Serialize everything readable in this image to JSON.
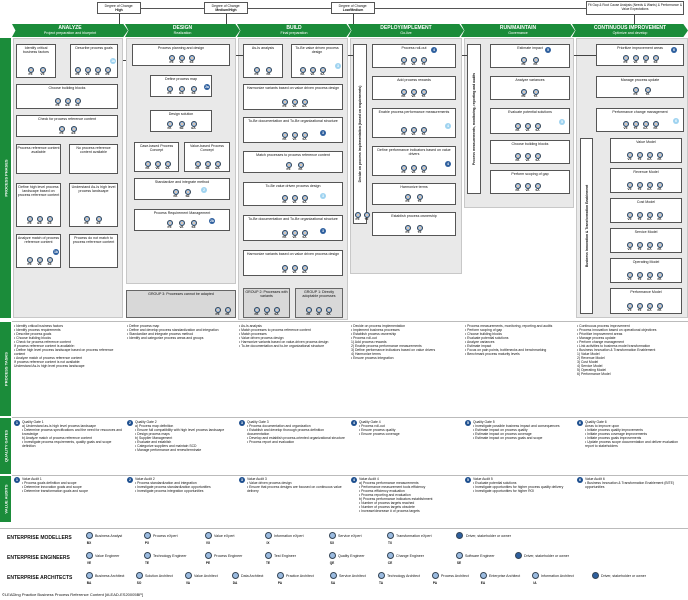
{
  "top_boxes": [
    {
      "label": "Degree of Change:",
      "value": "High"
    },
    {
      "label": "Degree of Change:",
      "value": "Medium/High"
    },
    {
      "label": "Degree of Change:",
      "value": "Low/Medium"
    },
    {
      "label": "Fit Gap & Root Cause Analysis (Needs & Wants) & Performance & Value Expectations",
      "value": ""
    }
  ],
  "phases": [
    {
      "title": "ANALYZE",
      "subtitle": "Project preparation and blueprint"
    },
    {
      "title": "DESIGN",
      "subtitle": "Realization"
    },
    {
      "title": "BUILD",
      "subtitle": "Final preparation"
    },
    {
      "title": "DEPLOY/IMPLEMENT",
      "subtitle": "Go-live"
    },
    {
      "title": "RUN/MAINTAIN",
      "subtitle": "Governance"
    },
    {
      "title": "CONTINUOUS IMPROVEMENT",
      "subtitle": "Optimize and develop"
    }
  ],
  "side_labels": [
    "PROCESS PHASES",
    "PROCESS TASKS",
    "QUALITY GATES",
    "VALUE AUDITS"
  ],
  "analyze": {
    "boxes": [
      "Identify critical business factors",
      "Describe process goals",
      "Choose building blocks",
      "Check for process reference content",
      "Process reference content available",
      "No process reference content available",
      "Define high level process landscape based on process reference content",
      "Understand As-Is high level process landscape",
      "Analyze match of process reference content",
      "Process do not match to process reference content"
    ],
    "roles": [
      [
        "PX",
        "VX"
      ],
      [
        "PX",
        "VX",
        "EX",
        "PX"
      ],
      [
        "PX",
        "BX",
        "EX"
      ],
      [
        "PX",
        "EX"
      ],
      [
        "PX",
        "BX",
        "EX"
      ],
      [
        "PX",
        "VE",
        "SX"
      ]
    ]
  },
  "design": {
    "boxes": [
      "Process planning and design",
      "Define process map",
      "Design solution",
      "Case-based Process Concept",
      "Value-based Process Concept",
      "Standardize and integrate method",
      "Process Requirement Management"
    ],
    "roles": [
      [
        "PX",
        "VA",
        "SX"
      ],
      [
        "PX",
        "BX",
        "SX"
      ],
      [
        "PA",
        "SE",
        "BA"
      ],
      [
        "PA",
        "VE",
        "SA"
      ],
      [
        "PA",
        "SE",
        "BA"
      ]
    ]
  },
  "build": {
    "boxes": [
      "As-Is analysis",
      "To-Be value driven process design",
      "Harmonize variants based on value driven process design",
      "To-Be documentation and To-Be organizational structure",
      "Match processes to process reference content",
      "To-Be value driven process design",
      "To-Be documentation and To-Be organizational structure",
      "Harmonize variants based on value driven process design",
      "GROUP 2: Processes with variants",
      "GROUP 1: Directly adoptable processes"
    ],
    "group3": "GROUP 3: Processes cannot be adapted",
    "roles": [
      [
        "PX",
        "PA"
      ],
      [
        "PA",
        "VA",
        "SA"
      ],
      [
        "PX",
        "VA",
        "BA"
      ],
      [
        "PA",
        "VA",
        "SA"
      ]
    ]
  },
  "deploy": {
    "vertical": "Decide on process implementation (based on requirements)",
    "boxes": [
      "Process roll-out",
      "Add process rewards",
      "Enable process performance measurements",
      "Define performance indicators based on value drivers",
      "Harmonize terms",
      "Establish process ownership"
    ],
    "roles": [
      [
        "PX",
        "VA",
        "TX"
      ],
      [
        "PA",
        "VA",
        "TA"
      ],
      [
        "PX",
        "VA",
        "TA"
      ],
      [
        "PX",
        "TX"
      ]
    ]
  },
  "run": {
    "vertical": "Process measurements, monitoring, reporting and audits",
    "boxes": [
      "Estimate impact",
      "Analyze variances",
      "Evaluate potential solutions",
      "Choose building blocks",
      "Perform scoping of gap"
    ],
    "roles": [
      [
        "PE",
        "PA"
      ],
      [
        "PE",
        "TA"
      ],
      [
        "PA",
        "VA",
        "SA"
      ],
      [
        "PA",
        "VA",
        "SA"
      ]
    ]
  },
  "ci": {
    "vertical": "Business Innovation & Transformation Enablement",
    "boxes": [
      "Prioritize improvement areas",
      "Manage process update",
      "Performance change management",
      "Value Model",
      "Revenue Model",
      "Cost Model",
      "Service Model",
      "Operating Model",
      "Performance Model"
    ],
    "roles": [
      [
        "PX",
        "VA",
        "IX",
        "SX"
      ],
      [
        "PX",
        "TA"
      ],
      [
        "VX",
        "TX",
        "EA",
        "PA"
      ]
    ]
  },
  "tasks": [
    "• Identify critical business factors\n• Identify process requirements\n• Describe process goals\n• Choose building blocks\n• Check for process reference content\n  If process reference content is available:\n  • Define high level process landscape based on process reference content\n  • Analyze match of process reference content\n  If process reference content is not available:\n  Understand As-Is high level process landscape",
    "• Define process map\n• Define and develop process standardization and integration\n• Standardize and integrate process method\n• Identify and categorize process areas and groups",
    "• As-Is analysis\n• Match processes to process reference content\n• Match processes\n• Value driven process design\n• Harmonize variants based on value-driven process design\n• To-be documentation and to-be organizational structure",
    "• Decide on process implementation\n• Implement business processes\n• Establish process ownership\n• Process roll-out\n  1) Add process rewards\n  2) Enable process performance measurements\n  3) Define performance indicators based on value drivers\n  4) Harmonize terms\n     • Ensure process integration",
    "• Process measurements, monitoring, reporting and audits\n• Perform scoping of gap\n• Choose building blocks\n• Evaluate potential solutions\n• Analyze variances\n• Estimate impact\n• Focus on pain points, bottlenecks and benchmarking\n• Benchmark process maturity levels",
    "• Continuous process improvement\n• Process innovation based on operational objectives\n• Prioritize improvement areas\n• Manage process update\n• Perform change management\n• Link activities to business model transformation\n• Business Innovation & Transformation Enablement\n  1) Value Model\n  2) Revenue Model\n  3) Cost Model\n  4) Service Model\n  5) Operating Model\n  6) Performance Model"
  ],
  "quality_gates": [
    {
      "num": "1",
      "text": "Quality Gate 1\na) Understand as-is high level process landscape\n  • Determine process specifications and the need for resources and knowledge\nb) Analyze match of process reference content\n  • Investigate process requirements, quality goals and scope definition"
    },
    {
      "num": "2",
      "text": "Quality Gate 2\na) Process map definition\n  • Ensure full compatibility with high level process landscape\n  • Design process maps\nb) Supplier Management\n  • Evaluate and establish\n  • Categorize suppliers and maintain SCD\n  • Manage performance and renew/terminate"
    },
    {
      "num": "3",
      "text": "Quality Gate 3\n• Process documentation and organization\n• Establish and develop thorough process definition documentation\n• Develop and establish process-oriented organizational structure\n• Process report and evaluation"
    },
    {
      "num": "4",
      "text": "Quality Gate 4\n• Process roll-out\n  • Ensure process quality\n  • Ensure process coverage"
    },
    {
      "num": "5",
      "text": "Quality Gate 5\n• Investigate possible business impact and consequences\n• Estimate impact on process quality\n• Estimate impact on process coverage\n• Estimate impact on process goals and scope"
    },
    {
      "num": "6",
      "text": "Quality Gate 6\nAreas to improve upon\n• Initiate process quality improvements\n• Initiate process coverage improvements\n• Initiate process goals improvements\n• Update process scope documentation and deliver evaluation report to stakeholders"
    }
  ],
  "value_audits": [
    {
      "num": "1",
      "text": "Value Audit 1\n• Process goals definition and scope\n• Determine innovation goals and scope\n• Determine transformation goals and scope"
    },
    {
      "num": "2",
      "text": "Value Audit 2\n• Process standardization and integration\n• Investigate process standardization opportunities\n• Investigate process integration opportunities"
    },
    {
      "num": "3",
      "text": "Value Audit 3\n• Value driven process design\n• Ensure that process designs are focused on continuous value delivery"
    },
    {
      "num": "4",
      "text": "Value Audit 4\na) Process performance measurements\n  • Performance measurement tools efficiency\n  • Process efficiency evaluation\n  • Process reporting and evaluation\nb) Process performance indicators establishment\n  • Number of process targets reached\n  • Number of process targets obsolete\n  • Increase/decrease # of process targets"
    },
    {
      "num": "5",
      "text": "Value Audit 5\n• Evaluate potential solutions\n• Investigate opportunities for higher process quality delivery\n• Investigate opportunities for higher ROI"
    },
    {
      "num": "6",
      "text": "Value Audit 6\n• Business Innovation & Transformation Enablement (BITE) opportunities"
    }
  ],
  "legend": [
    {
      "title": "ENTERPRISE MODELLERS",
      "items": [
        {
          "name": "Business Analyst",
          "code": "BX"
        },
        {
          "name": "Process eXpert",
          "code": "PX"
        },
        {
          "name": "Value eXpert",
          "code": "VX"
        },
        {
          "name": "Information eXpert",
          "code": "IX"
        },
        {
          "name": "Service eXpert",
          "code": "SX"
        },
        {
          "name": "Transformation eXpert",
          "code": "TX"
        },
        {
          "name": "Driver, stakeholder or owner",
          "code": ""
        }
      ]
    },
    {
      "title": "ENTERPRISE ENGINEERS",
      "items": [
        {
          "name": "Value Engineer",
          "code": "VE"
        },
        {
          "name": "Technology Engineer",
          "code": "TE"
        },
        {
          "name": "Process Engineer",
          "code": "PE"
        },
        {
          "name": "Test Engineer",
          "code": "TE"
        },
        {
          "name": "Quality Engineer",
          "code": "QE"
        },
        {
          "name": "Change Engineer",
          "code": "CE"
        },
        {
          "name": "Software Engineer",
          "code": "SE"
        },
        {
          "name": "Driver, stakeholder or owner",
          "code": ""
        }
      ]
    },
    {
      "title": "ENTERPRISE ARCHITECTS",
      "items": [
        {
          "name": "Business Architect",
          "code": "BA"
        },
        {
          "name": "Solution Architect",
          "code": "SO"
        },
        {
          "name": "Value Architect",
          "code": "VA"
        },
        {
          "name": "Data Architect",
          "code": "DA"
        },
        {
          "name": "Practice Architect",
          "code": "PA"
        },
        {
          "name": "Service Architect",
          "code": "SA"
        },
        {
          "name": "Technology Architect",
          "code": "TA"
        },
        {
          "name": "Process Architect",
          "code": "PA"
        },
        {
          "name": "Enterprise Architect",
          "code": "EA"
        },
        {
          "name": "Information Architect",
          "code": "IA"
        },
        {
          "name": "Driver, stakeholder or owner",
          "code": ""
        }
      ]
    }
  ],
  "footer": "©LEADing Practice Business Process Reference Content [#LEAD-ES20005BP]",
  "colors": {
    "green": "#1b8c3a",
    "panel": "#e9e9e9",
    "badge": "#1d4f8f"
  }
}
